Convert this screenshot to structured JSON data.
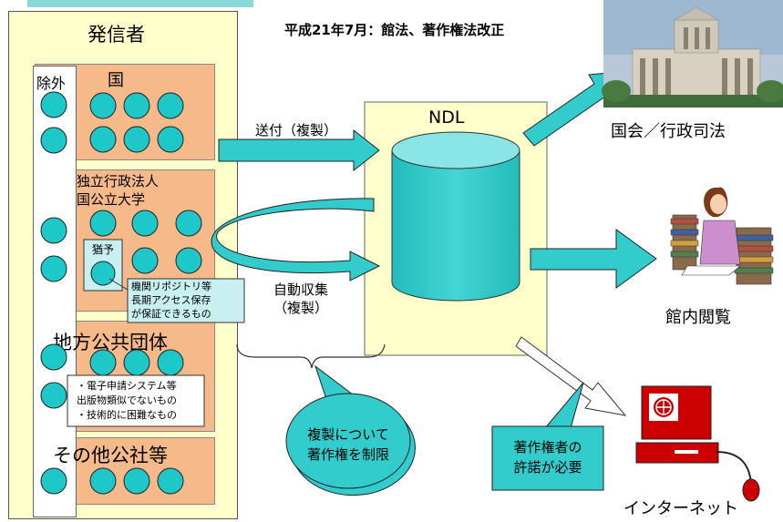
{
  "title": "平成21年7月：館法、著作権法改正",
  "sender": {
    "label": "発信者",
    "exclusion_label": "除外",
    "groups": {
      "national": "国",
      "agencies_line1": "独立行政法人",
      "agencies_line2": "国公立大学",
      "local": "地方公共団体",
      "other": "その他公社等"
    },
    "deferral_label": "猶予",
    "deferral_note": [
      "機関リポジトリ等",
      "長期アクセス保存",
      "が保証できるもの"
    ],
    "exclusion_note": [
      "・電子申請システム等",
      "出版物類似でないもの",
      "・技術的に困難なもの"
    ]
  },
  "flows": {
    "send": "送付（複製）",
    "auto_collect_line1": "自動収集",
    "auto_collect_line2": "（複製）"
  },
  "ndl": {
    "label": "NDL"
  },
  "callouts": {
    "copyright_limit": [
      "複製について",
      "著作権を制限"
    ],
    "permission": [
      "著作権者の",
      "許諾が必要"
    ]
  },
  "outputs": {
    "diet": "国会／行政司法",
    "reading_room": "館内閲覧",
    "internet": "インターネット"
  },
  "colors": {
    "sender_bg": "#ffffcc",
    "group_bg": "#f5b98a",
    "circle": "#1ec8c8",
    "arrow": "#33cccc",
    "ndl_bg": "#ffffcc",
    "cylinder": "#33cccc",
    "callout": "#33cccc"
  }
}
